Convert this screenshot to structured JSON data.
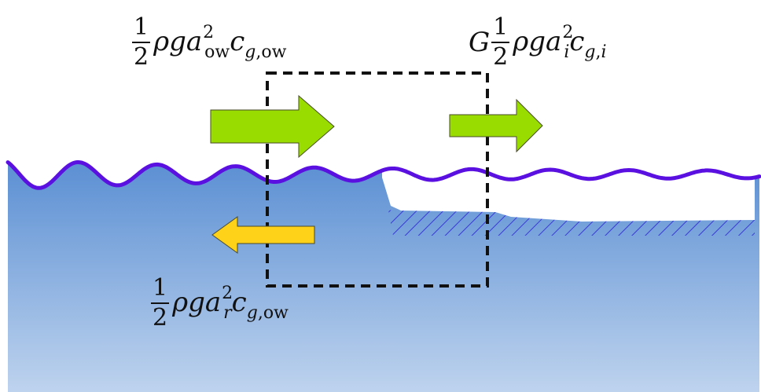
{
  "labels": {
    "incident": {
      "num": "1",
      "den": "2",
      "rho": "ρ",
      "g": "g",
      "a": "a",
      "exp": "2",
      "a_sub": "ow",
      "c": "c",
      "c_sub_g": "g",
      "c_sub_sep": ",",
      "c_sub_ow": "ow"
    },
    "transmitted": {
      "lead": "G",
      "num": "1",
      "den": "2",
      "rho": "ρ",
      "g": "g",
      "a": "a",
      "exp": "2",
      "a_sub": "i",
      "c": "c",
      "c_sub_g": "g",
      "c_sub_sep": ",",
      "c_sub_i": "i"
    },
    "reflected": {
      "num": "1",
      "den": "2",
      "rho": "ρ",
      "g": "g",
      "a": "a",
      "exp": "2",
      "a_sub": "r",
      "c": "c",
      "c_sub_g": "g",
      "c_sub_sep": ",",
      "c_sub_ow": "ow"
    }
  },
  "colors": {
    "water_top": "#5b8fd3",
    "water_bottom": "#bed3ee",
    "wave_line": "#5a10e0",
    "ice": "#ffffff",
    "ice_hatch": "#3a3ad8",
    "arrow_incident": "#99dd00",
    "arrow_transmitted": "#99dd00",
    "arrow_reflected": "#ffd21a",
    "arrow_outline": "#4a4a2a",
    "control_box": "#111111"
  }
}
